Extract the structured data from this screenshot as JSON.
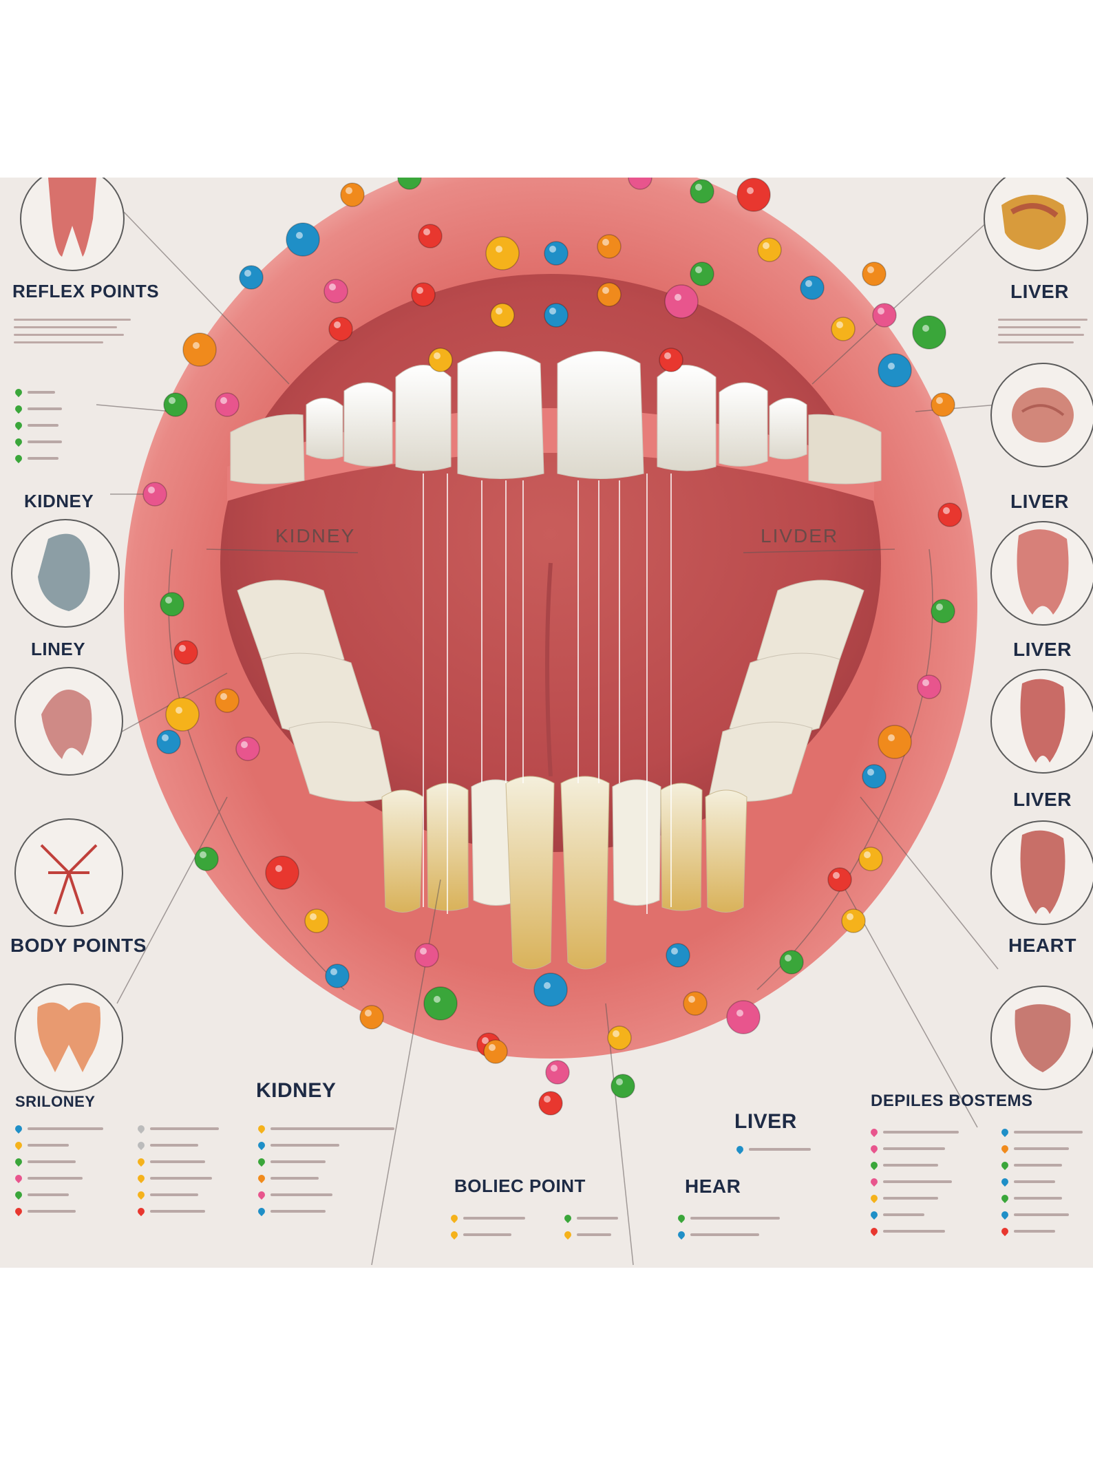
{
  "labels": {
    "reflex_points": "REFLEX POINTS",
    "liver_1": "LIVER",
    "kidney_left": "KIDNEY",
    "liver_2": "LIVER",
    "kidney_mouth": "KIDNEY",
    "liver_mouth": "LIVDER",
    "liney": "LINEY",
    "liver_3": "LIVER",
    "liver_4": "LIVER",
    "body_points": "BODY POINTS",
    "heart": "HEART",
    "sriloney": "SRILONEY",
    "kidney_bottom": "KIDNEY",
    "liver_bottom": "LIVER",
    "depiles_bostems": "DEPILES BOSTEMS",
    "boliec_point": "BOLIEC POINT",
    "hear": "HEAR"
  },
  "colors": {
    "background": "#efeae6",
    "label_dark": "#1e2b45",
    "gum": "#e47f7c",
    "tooth": "#f1ede2",
    "accent_pins": [
      "#1f8fc7",
      "#f08a1c",
      "#e8558d",
      "#3aa63a",
      "#e8372f",
      "#f5b21b"
    ]
  },
  "icons": [
    "tooth-root-icon",
    "stomach-icon",
    "heart-organ-icon",
    "lung-icon",
    "heart-valve-icon",
    "nerve-icon",
    "molar-tooth-icon",
    "kidney-organ-icon"
  ]
}
